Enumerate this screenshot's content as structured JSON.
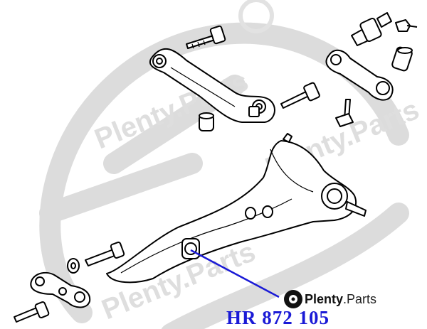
{
  "brand": {
    "name_bold": "Plenty",
    "name_rest": ".Parts"
  },
  "part_number": "HR 872 105",
  "watermark": {
    "text": "Plenty.Parts"
  },
  "colors": {
    "leader_line": "#1a1ad6",
    "part_number": "#1a1ad6",
    "watermark": "#d9d9d9",
    "line_art": "#000000"
  },
  "icons": [
    "brand-logo-icon"
  ]
}
